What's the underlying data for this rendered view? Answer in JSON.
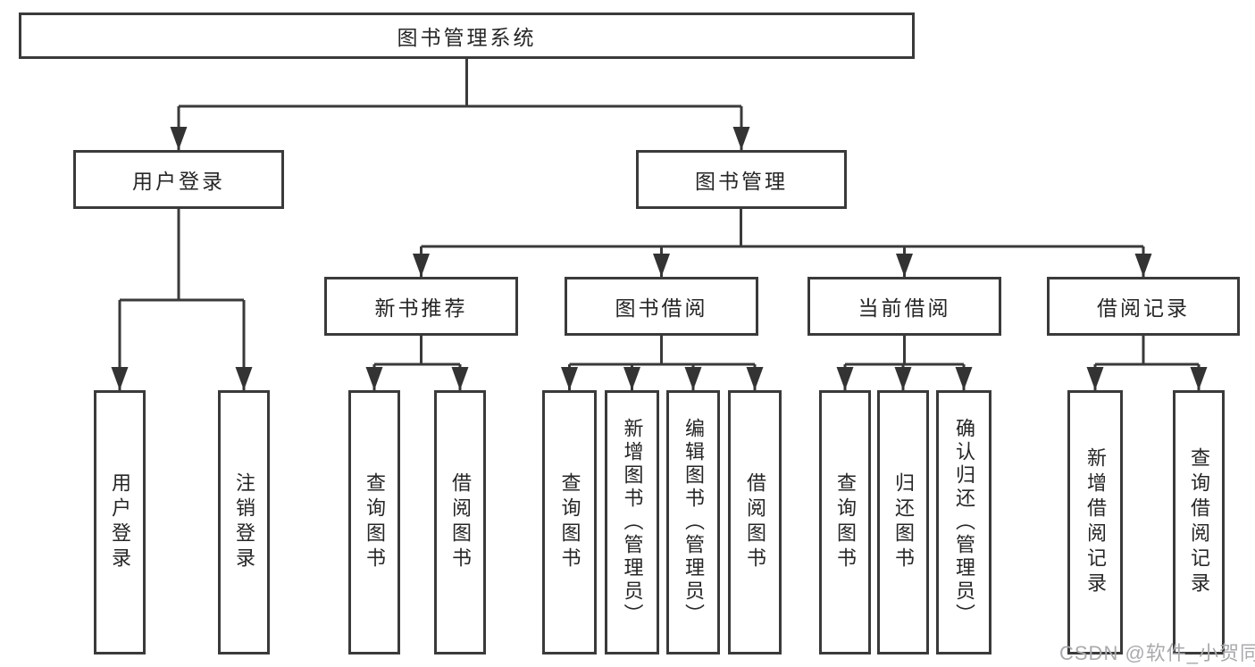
{
  "diagram": {
    "root": {
      "label": "图书管理系统"
    },
    "branches": [
      {
        "label": "用户登录",
        "children": [
          {
            "label": "用户登录"
          },
          {
            "label": "注销登录"
          }
        ]
      },
      {
        "label": "图书管理",
        "children": [
          {
            "label": "新书推荐",
            "children": [
              {
                "label": "查询图书"
              },
              {
                "label": "借阅图书"
              }
            ]
          },
          {
            "label": "图书借阅",
            "children": [
              {
                "label": "查询图书"
              },
              {
                "label": "新增图书（管理员）"
              },
              {
                "label": "编辑图书（管理员）"
              },
              {
                "label": "借阅图书"
              }
            ]
          },
          {
            "label": "当前借阅",
            "children": [
              {
                "label": "查询图书"
              },
              {
                "label": "归还图书"
              },
              {
                "label": "确认归还（管理员）"
              }
            ]
          },
          {
            "label": "借阅记录",
            "children": [
              {
                "label": "新增借阅记录"
              },
              {
                "label": "查询借阅记录"
              }
            ]
          }
        ]
      }
    ]
  },
  "watermark": {
    "text": "CSDN @软件_小贺同学"
  },
  "colors": {
    "line": "#3a3a3a",
    "arrow": "#333333",
    "text": "#262626",
    "watermark": "#a9aaac",
    "background": "#ffffff"
  }
}
